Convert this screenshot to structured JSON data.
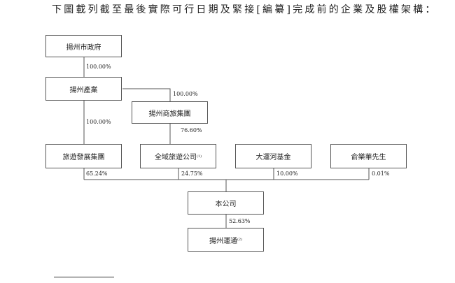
{
  "title": "下圖載列截至最後實際可行日期及緊接[編纂]完成前的企業及股權架構：",
  "entities": {
    "yangzhou_gov": "揚州市政府",
    "yangzhou_industry": "揚州產業",
    "commerce_tourism_group": "揚州商旅集團",
    "tourism_dev_group": "旅遊發展集團",
    "quanyu_tourism": "全域旅遊公司",
    "quanyu_note": "(1)",
    "grand_canal_fund": "大運河基金",
    "mr_yu": "俞樂華先生",
    "company": "本公司",
    "yangzhou_yuntong": "揚州運通",
    "yuntong_note": "(2)"
  },
  "shareholdings": {
    "gov_to_industry": "100.00%",
    "industry_to_commerce": "100.00%",
    "industry_to_tourism_dev": "100.00%",
    "commerce_to_quanyu": "76.60%",
    "tourism_dev_to_company": "65.24%",
    "quanyu_to_company": "24.75%",
    "canal_to_company": "10.00%",
    "yu_to_company": "0.01%",
    "company_to_yuntong": "52.63%"
  }
}
